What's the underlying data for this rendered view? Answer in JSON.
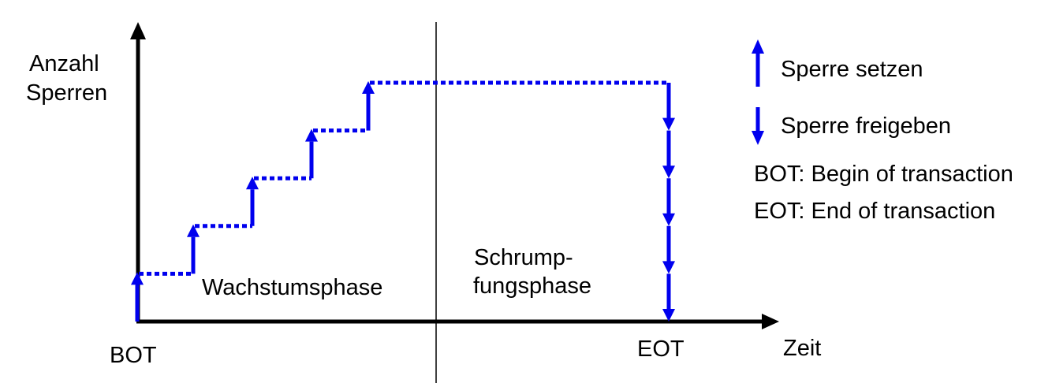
{
  "diagram": {
    "y_axis_label_line1": "Anzahl",
    "y_axis_label_line2": "Sperren",
    "x_axis_label": "Zeit",
    "start_label": "BOT",
    "end_label": "EOT",
    "growth_phase_label": "Wachstumsphase",
    "shrink_phase_label_line1": "Schrump-",
    "shrink_phase_label_line2": "fungsphase"
  },
  "legend": {
    "acquire_label": "Sperre setzen",
    "release_label": "Sperre freigeben",
    "bot_definition": "BOT: Begin of transaction",
    "eot_definition": "EOT: End of transaction"
  },
  "colors": {
    "lock_color": "#0000ee",
    "axis_color": "#000000"
  },
  "lock_profile": {
    "levels": [
      0,
      1,
      2,
      3,
      4,
      5,
      0
    ],
    "acquire_steps": 5,
    "release_steps": 5
  }
}
